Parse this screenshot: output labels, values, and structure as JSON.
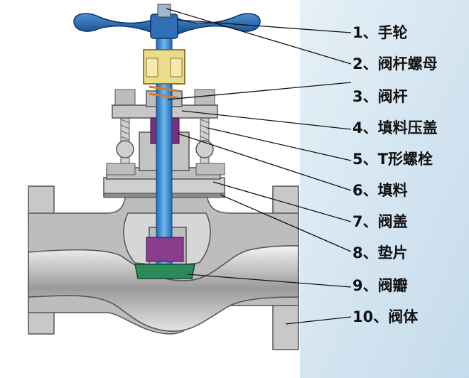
{
  "labels": [
    {
      "number": "1",
      "name": "手轮"
    },
    {
      "number": "2",
      "name": "阀杆螺母"
    },
    {
      "number": "3",
      "name": "阀杆"
    },
    {
      "number": "4",
      "name": "填料压盖"
    },
    {
      "number": "5",
      "name": "T形螺栓"
    },
    {
      "number": "6",
      "name": "填料"
    },
    {
      "number": "7",
      "name": "阀盖"
    },
    {
      "number": "8",
      "name": "垫片"
    },
    {
      "number": "9",
      "name": "阀瓣"
    },
    {
      "number": "10",
      "name": "阀体"
    }
  ],
  "separator": "、",
  "colors": {
    "handwheel": "#1f5fa8",
    "stem": "#3b8fd6",
    "stem_nut": "#d8c24a",
    "packing": "#7a2f7d",
    "disc": "#2a8a5a",
    "body": "#c9c9c9",
    "background_panel": "#dceaf4"
  }
}
